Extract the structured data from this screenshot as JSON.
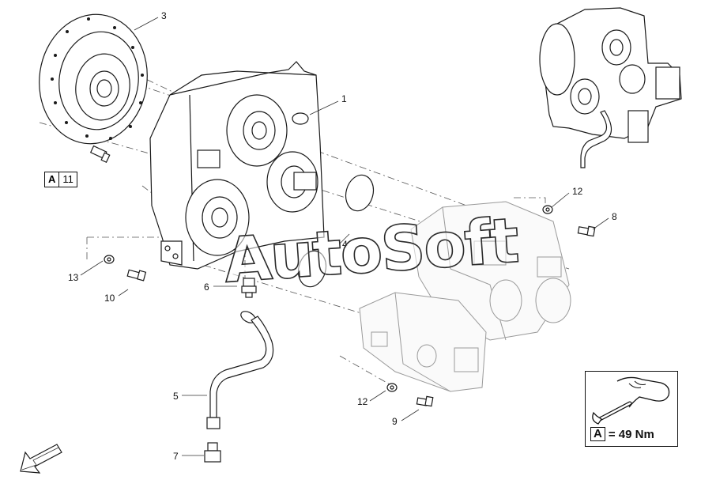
{
  "callouts": [
    {
      "id": "c3",
      "text": "3"
    },
    {
      "id": "c1",
      "text": "1"
    },
    {
      "id": "c12a",
      "text": "12"
    },
    {
      "id": "c8",
      "text": "8"
    },
    {
      "id": "c4",
      "text": "4"
    },
    {
      "id": "c13",
      "text": "13"
    },
    {
      "id": "c10",
      "text": "10"
    },
    {
      "id": "c6",
      "text": "6"
    },
    {
      "id": "c5",
      "text": "5"
    },
    {
      "id": "c7",
      "text": "7"
    },
    {
      "id": "c12b",
      "text": "12"
    },
    {
      "id": "c9",
      "text": "9"
    }
  ],
  "reference": {
    "letter": "A",
    "number": "11"
  },
  "torque": {
    "letter": "A",
    "value": "= 49 Nm"
  },
  "watermark": "AutoSoft",
  "icons": [
    "wrench-icon",
    "direction-arrow-icon"
  ]
}
